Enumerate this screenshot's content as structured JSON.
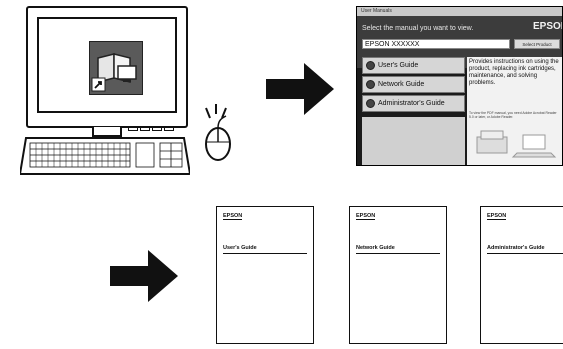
{
  "manual_window": {
    "title": "User Manuals",
    "prompt": "Select the manual you want to view.",
    "brand": "EPSON",
    "model_field_value": "EPSON XXXXXX",
    "select_button_label": "Select Product",
    "items": [
      {
        "label": "User's Guide",
        "icon": "book-icon"
      },
      {
        "label": "Network Guide",
        "icon": "network-icon"
      },
      {
        "label": "Administrator's Guide",
        "icon": "gear-icon"
      }
    ],
    "description": "Provides instructions on using the product, replacing ink cartridges, maintenance, and solving problems.",
    "note": "To view the PDF manual, you need Adobe Acrobat Reader 5.0 or later, or Adobe Reader."
  },
  "documents": [
    {
      "brand": "EPSON",
      "title": "User's Guide"
    },
    {
      "brand": "EPSON",
      "title": "Network Guide"
    },
    {
      "brand": "EPSON",
      "title": "Administrator's Guide"
    }
  ]
}
